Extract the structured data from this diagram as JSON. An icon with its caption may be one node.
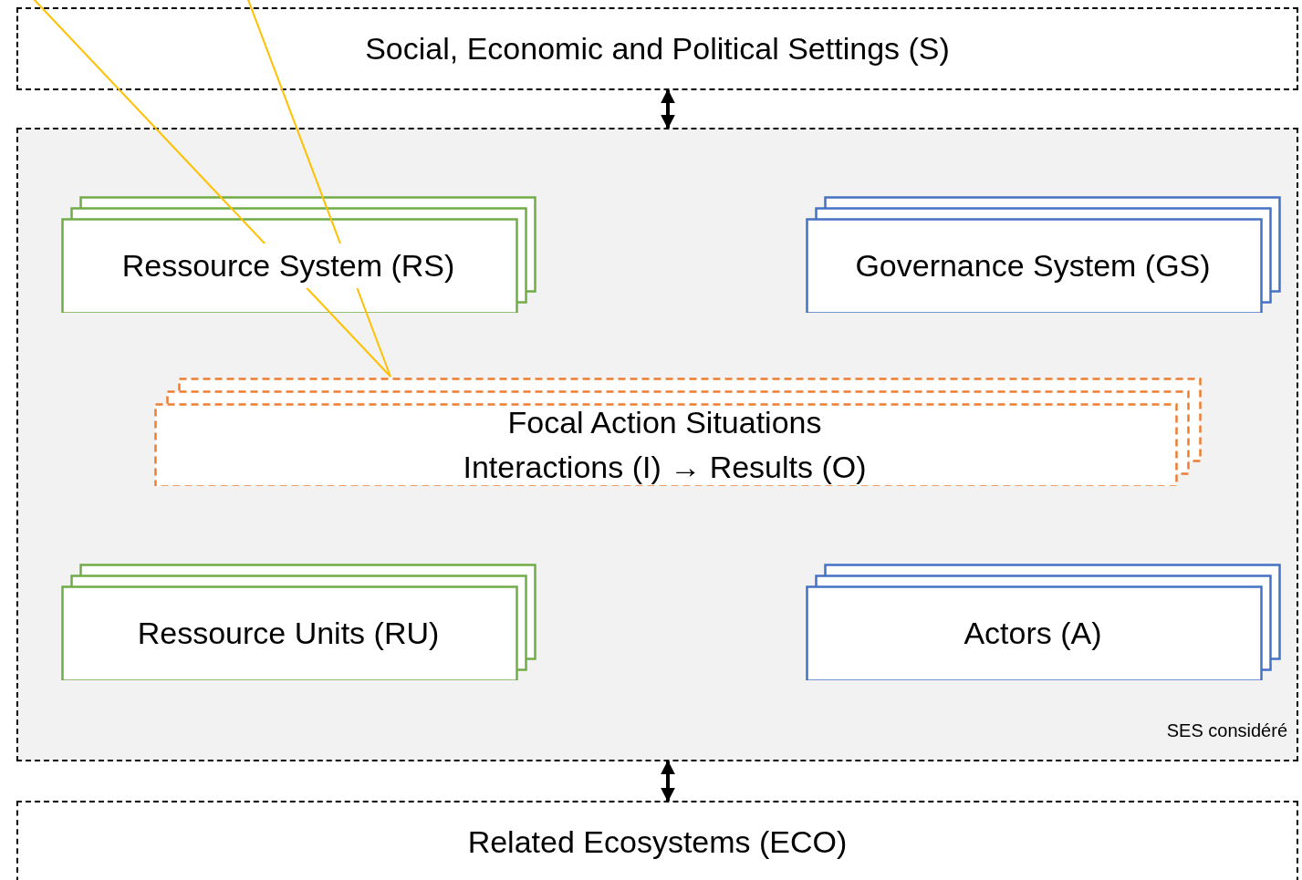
{
  "diagram": {
    "nodes": [
      {
        "text": [
          "Social, Economic and Political Settings  (S)"
        ]
      },
      {
        "text": [
          "SES considéré"
        ]
      },
      {
        "text": [
          "Ressource System (RS)"
        ],
        "in": 1
      },
      {
        "text": [
          "Governance System (GS)"
        ],
        "in": 1
      },
      {
        "text": [
          "Focal Action Situations",
          "Interactions (I) → Results (O)"
        ],
        "in": 1
      },
      {
        "text": [
          "Ressource Units (RU)"
        ],
        "in": 1
      },
      {
        "text": [
          "Actors (A)"
        ],
        "in": 1
      },
      {
        "text": [
          "Related Ecosystems (ECO)"
        ]
      }
    ],
    "edges": [
      {
        "from": 0,
        "to": 1,
        "arrow": "both"
      },
      {
        "from": 1,
        "to": 7,
        "arrow": "both"
      },
      {
        "from": null,
        "to": 4,
        "arrow": "none",
        "color": "#ffc000"
      }
    ]
  }
}
